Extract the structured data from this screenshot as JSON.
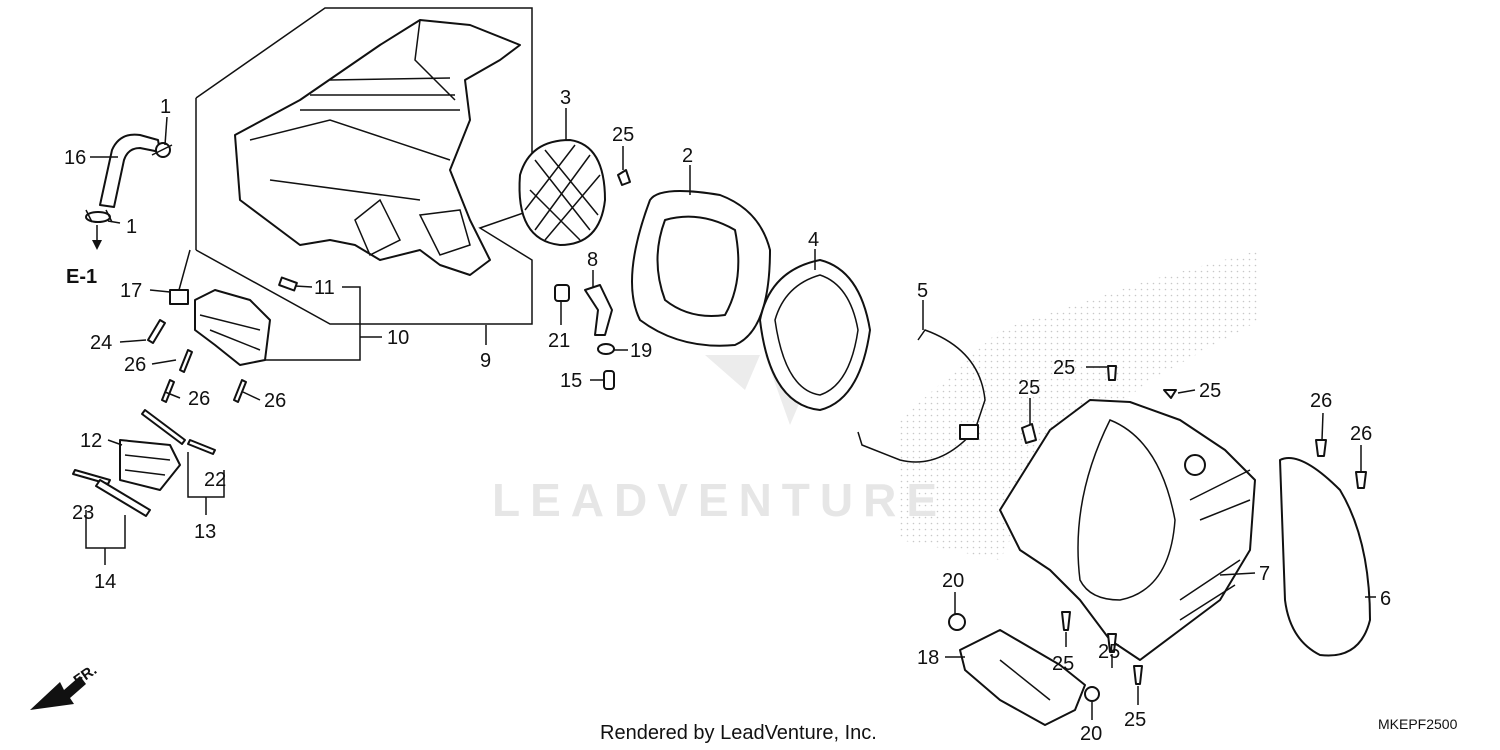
{
  "watermark": "LEADVENTURE",
  "footer": {
    "rendered_by": "Rendered by LeadVenture, Inc.",
    "diagram_code": "MKEPF2500"
  },
  "references": {
    "e1": "E-1",
    "front": "FR."
  },
  "callouts": [
    {
      "id": "c1a",
      "num": "1"
    },
    {
      "id": "c1b",
      "num": "1"
    },
    {
      "id": "c2",
      "num": "2"
    },
    {
      "id": "c3",
      "num": "3"
    },
    {
      "id": "c4",
      "num": "4"
    },
    {
      "id": "c5",
      "num": "5"
    },
    {
      "id": "c6",
      "num": "6"
    },
    {
      "id": "c7",
      "num": "7"
    },
    {
      "id": "c8",
      "num": "8"
    },
    {
      "id": "c9",
      "num": "9"
    },
    {
      "id": "c10",
      "num": "10"
    },
    {
      "id": "c11",
      "num": "11"
    },
    {
      "id": "c12",
      "num": "12"
    },
    {
      "id": "c13",
      "num": "13"
    },
    {
      "id": "c14",
      "num": "14"
    },
    {
      "id": "c15",
      "num": "15"
    },
    {
      "id": "c16",
      "num": "16"
    },
    {
      "id": "c17",
      "num": "17"
    },
    {
      "id": "c18",
      "num": "18"
    },
    {
      "id": "c19",
      "num": "19"
    },
    {
      "id": "c20a",
      "num": "20"
    },
    {
      "id": "c20b",
      "num": "20"
    },
    {
      "id": "c21",
      "num": "21"
    },
    {
      "id": "c22",
      "num": "22"
    },
    {
      "id": "c23",
      "num": "23"
    },
    {
      "id": "c24",
      "num": "24"
    },
    {
      "id": "c25a",
      "num": "25"
    },
    {
      "id": "c25b",
      "num": "25"
    },
    {
      "id": "c25c",
      "num": "25"
    },
    {
      "id": "c25d",
      "num": "25"
    },
    {
      "id": "c25e",
      "num": "25"
    },
    {
      "id": "c25f",
      "num": "25"
    },
    {
      "id": "c25g",
      "num": "25"
    },
    {
      "id": "c26a",
      "num": "26"
    },
    {
      "id": "c26b",
      "num": "26"
    },
    {
      "id": "c26c",
      "num": "26"
    },
    {
      "id": "c26d",
      "num": "26"
    },
    {
      "id": "c26e",
      "num": "26"
    }
  ]
}
